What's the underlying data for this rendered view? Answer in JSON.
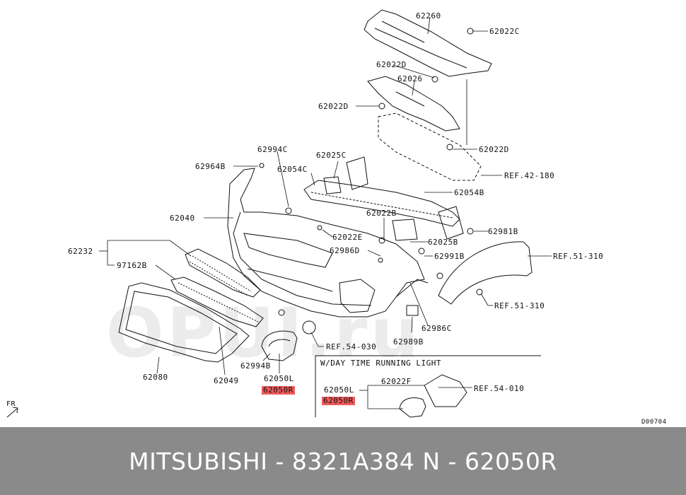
{
  "footer": {
    "text": "MITSUBISHI - 8321A384      N - 62050R"
  },
  "diagram_code": "D00704",
  "fr_label": "FR",
  "watermark": "OPUI.ru",
  "inset_title": "W/DAY TIME RUNNING LIGHT",
  "labels": {
    "l62260": "62260",
    "l62022C": "62022C",
    "l62022D_a": "62022D",
    "l62026": "62026",
    "l62022D_b": "62022D",
    "l62022D_c": "62022D",
    "lref42": "REF.42-180",
    "l62994C": "62994C",
    "l62025C": "62025C",
    "l62964B": "62964B",
    "l62054C": "62054C",
    "l62054B": "62054B",
    "l62040": "62040",
    "l62022B": "62022B",
    "l62022E": "62022E",
    "l62981B": "62981B",
    "l62025B": "62025B",
    "l62986D": "62986D",
    "l62991B": "62991B",
    "l62232": "62232",
    "lref51a": "REF.51-310",
    "l97162B": "97162B",
    "lref51b": "REF.51-310",
    "l62986C": "62986C",
    "lref54a": "REF.54-030",
    "l62989B": "62989B",
    "l62080": "62080",
    "l62994B": "62994B",
    "l62049": "62049",
    "l62050L": "62050L",
    "l62050R": "62050R",
    "l62050L_b": "62050L",
    "l62022F": "62022F",
    "lref54b": "REF.54-010",
    "l62050R_b": "62050R"
  }
}
